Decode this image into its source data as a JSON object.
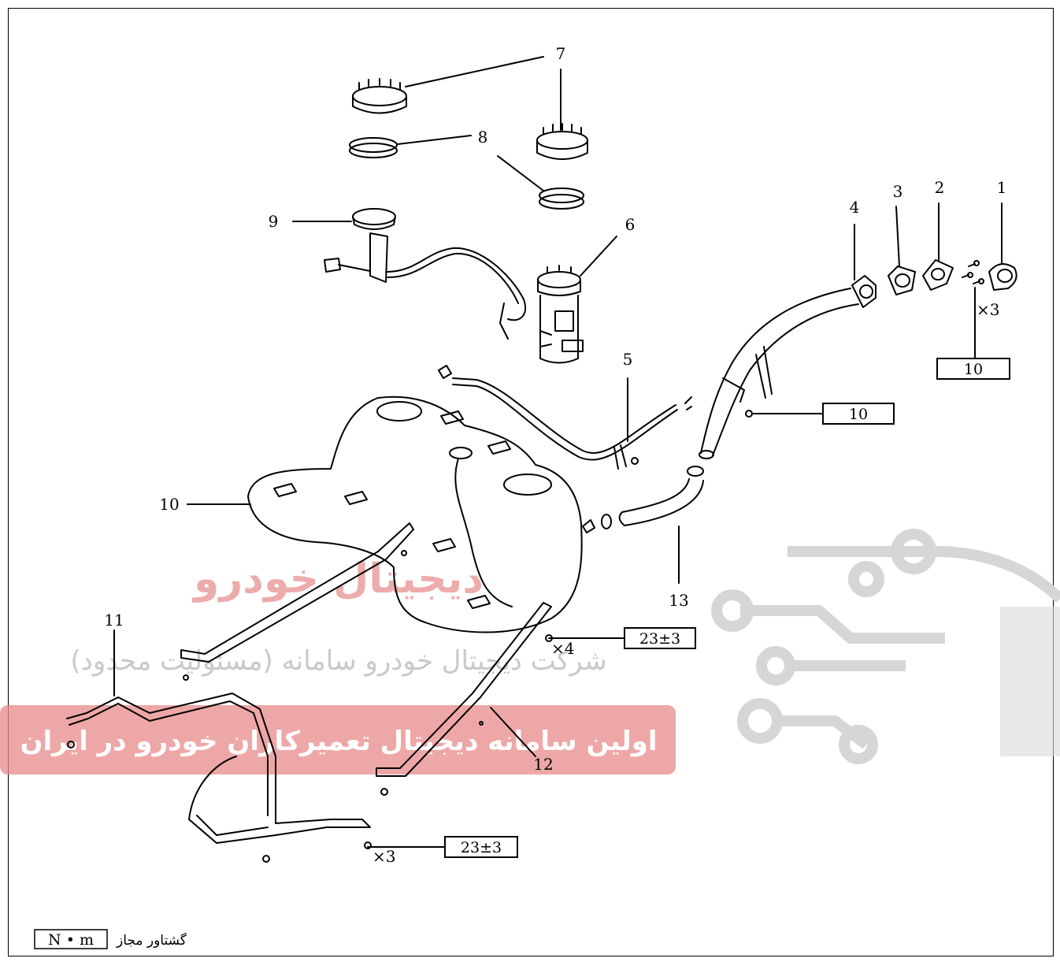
{
  "callouts": {
    "c1": "1",
    "c2": "2",
    "c3": "3",
    "c4": "4",
    "c5": "5",
    "c6": "6",
    "c7": "7",
    "c8": "8",
    "c9": "9",
    "c10": "10",
    "c11": "11",
    "c12": "12",
    "c13": "13"
  },
  "torque_boxes": {
    "filler_bolts": "10",
    "filler_bracket": "10",
    "strap_rear": "23±3",
    "strap_front": "23±3"
  },
  "quantities": {
    "filler_bolts_qty": "×3",
    "strap_rear_qty": "×4",
    "strap_front_qty": "×3"
  },
  "watermark": {
    "logo_text": "دیجیتال خودرو",
    "company": "شرکت دیجیتال خودرو سامانه (مسئولیت محدود)",
    "slogan": "اولین سامانه دیجیتال تعمیرکاران خودرو در ایران"
  },
  "legend": {
    "unit": "N • m",
    "caption": "گشتاور مجاز"
  },
  "colors": {
    "watermark_red": "#e06a6a",
    "watermark_gray": "#d0d0d0"
  }
}
